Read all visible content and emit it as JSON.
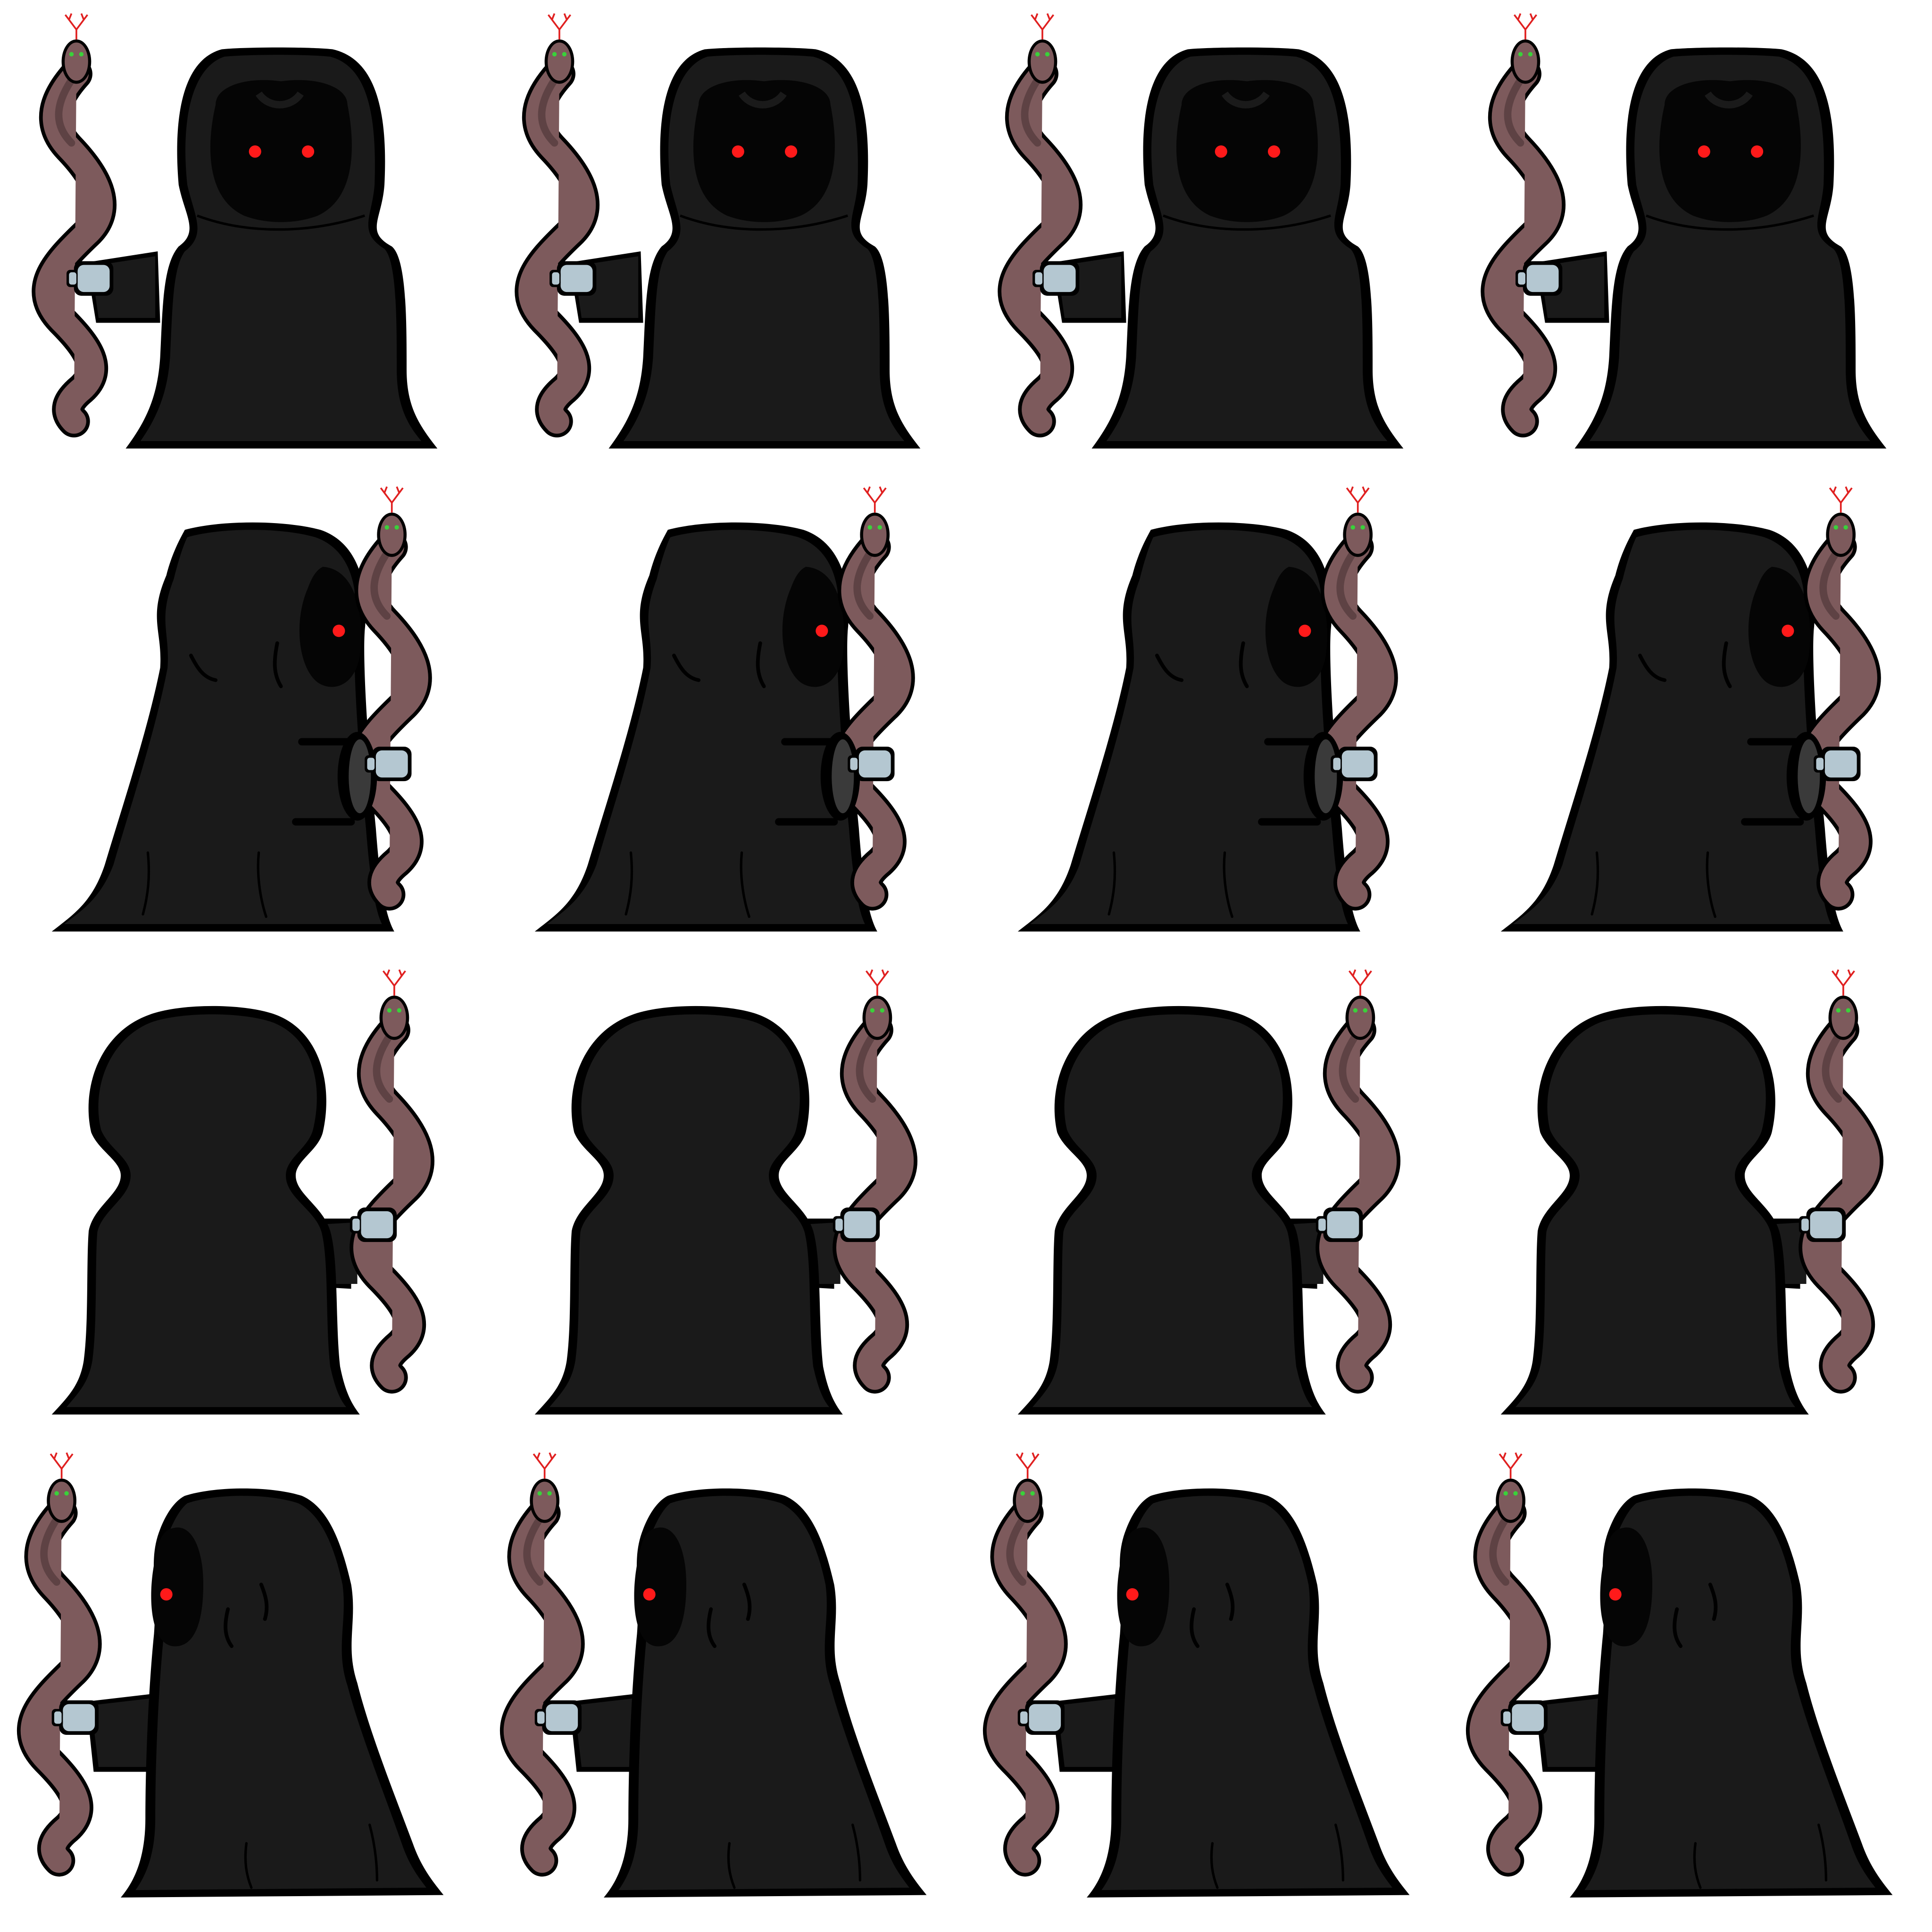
{
  "sprite_sheet": {
    "background": "#ffffff",
    "columns": 4,
    "rows": 4,
    "frames_per_row": 4,
    "rows_facing": [
      "front",
      "right",
      "back",
      "left"
    ],
    "character": "hooded-reaper-with-snake-staff",
    "colors": {
      "robe": "#1a1a1a",
      "outline": "#000000",
      "face_shadow": "#050505",
      "eyes": "#ff1a1a",
      "snake_body": "#7d5a5c",
      "snake_shade": "#5e4244",
      "snake_eyes": "#3ad13a",
      "snake_tongue": "#e02020",
      "glove": "#b4c7d1",
      "cuff": "#3a3a3a"
    }
  }
}
